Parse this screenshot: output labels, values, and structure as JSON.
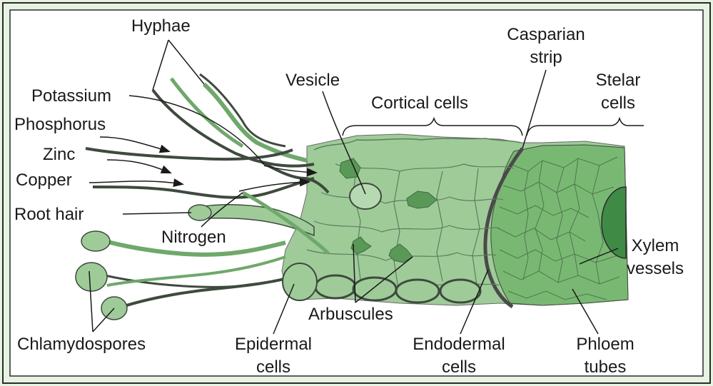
{
  "diagram": {
    "colors": {
      "background": "#e6f3e2",
      "panel": "#ffffff",
      "cortex": "#9fcb99",
      "cortex_dark": "#7fb37a",
      "stele": "#79b873",
      "xylem": "#3f8a45",
      "fungal": "#3e4a3e",
      "hypha_fill": "#6fa86b",
      "outline": "#2b2b2b"
    },
    "labels": {
      "hyphae": "Hyphae",
      "potassium": "Potassium",
      "phosphorus": "Phosphorus",
      "zinc": "Zinc",
      "copper": "Copper",
      "root_hair": "Root hair",
      "nitrogen": "Nitrogen",
      "chlamydospores": "Chlamydospores",
      "vesicle": "Vesicle",
      "cortical_cells": "Cortical cells",
      "casparian_line1": "Casparian",
      "casparian_line2": "strip",
      "stelar_line1": "Stelar",
      "stelar_line2": "cells",
      "xylem_line1": "Xylem",
      "xylem_line2": "vessels",
      "phloem_line1": "Phloem",
      "phloem_line2": "tubes",
      "arbuscules": "Arbuscules",
      "epidermal_line1": "Epidermal",
      "epidermal_line2": "cells",
      "endodermal_line1": "Endodermal",
      "endodermal_line2": "cells"
    }
  }
}
